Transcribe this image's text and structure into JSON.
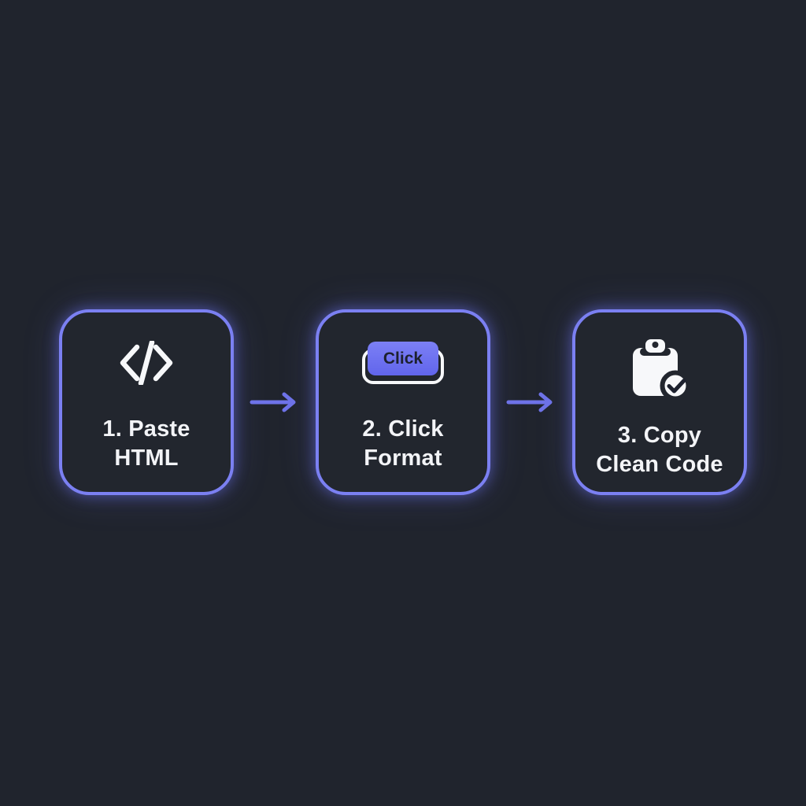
{
  "colors": {
    "background": "#20242d",
    "card_background": "#22262e",
    "card_border": "#7b80f2",
    "glow": "rgba(109,114,243,0.55)",
    "arrow": "#6e73e8",
    "text": "#f3f4f7",
    "icon": "#f7f8fa",
    "button_fill_top": "#7c80f5",
    "button_fill_bottom": "#6165ec",
    "button_text": "#1d212e"
  },
  "steps": [
    {
      "icon": "code-icon",
      "line1": "1. Paste",
      "line2": "HTML"
    },
    {
      "icon": "click-button-icon",
      "line1": "2. Click",
      "line2": "Format",
      "button_label": "Click"
    },
    {
      "icon": "clipboard-check-icon",
      "line1": "3. Copy",
      "line2": "Clean Code"
    }
  ]
}
